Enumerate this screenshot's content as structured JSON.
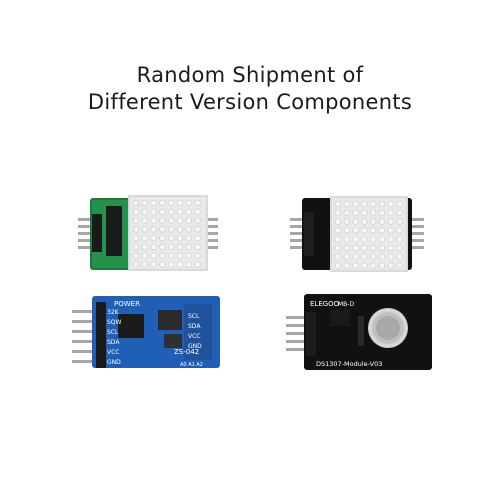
{
  "caption": {
    "line1": "Random Shipment of",
    "line2": "Different Version Components"
  },
  "modules": [
    {
      "name": "green-pcb-led-matrix",
      "pcb_color": "#1f7a3a",
      "matrix_color": "#e6e6e6"
    },
    {
      "name": "black-pcb-led-matrix",
      "pcb_color": "#111111",
      "matrix_color": "#e6e6e6"
    },
    {
      "name": "blue-rtc-module",
      "pcb_color": "#1f5fb5",
      "labels": {
        "top": "POWER",
        "chip": "ZS-042",
        "left_pins": [
          "32K",
          "SQW",
          "SCL",
          "SDA",
          "VCC",
          "GND"
        ],
        "right_pins": [
          "SCL",
          "SDA",
          "VCC",
          "GND"
        ],
        "bottom": "A0 A1 A2"
      }
    },
    {
      "name": "black-rtc-module",
      "pcb_color": "#111111",
      "labels": {
        "brand": "ELEGOO",
        "part": "MB-D",
        "bottom": "DS1307-Module-V03"
      }
    }
  ],
  "colors": {
    "background": "#ffffff",
    "text": "#1a1a1a",
    "pin_metal": "#a6a6a6",
    "led_dot": "#f2f2f2"
  }
}
